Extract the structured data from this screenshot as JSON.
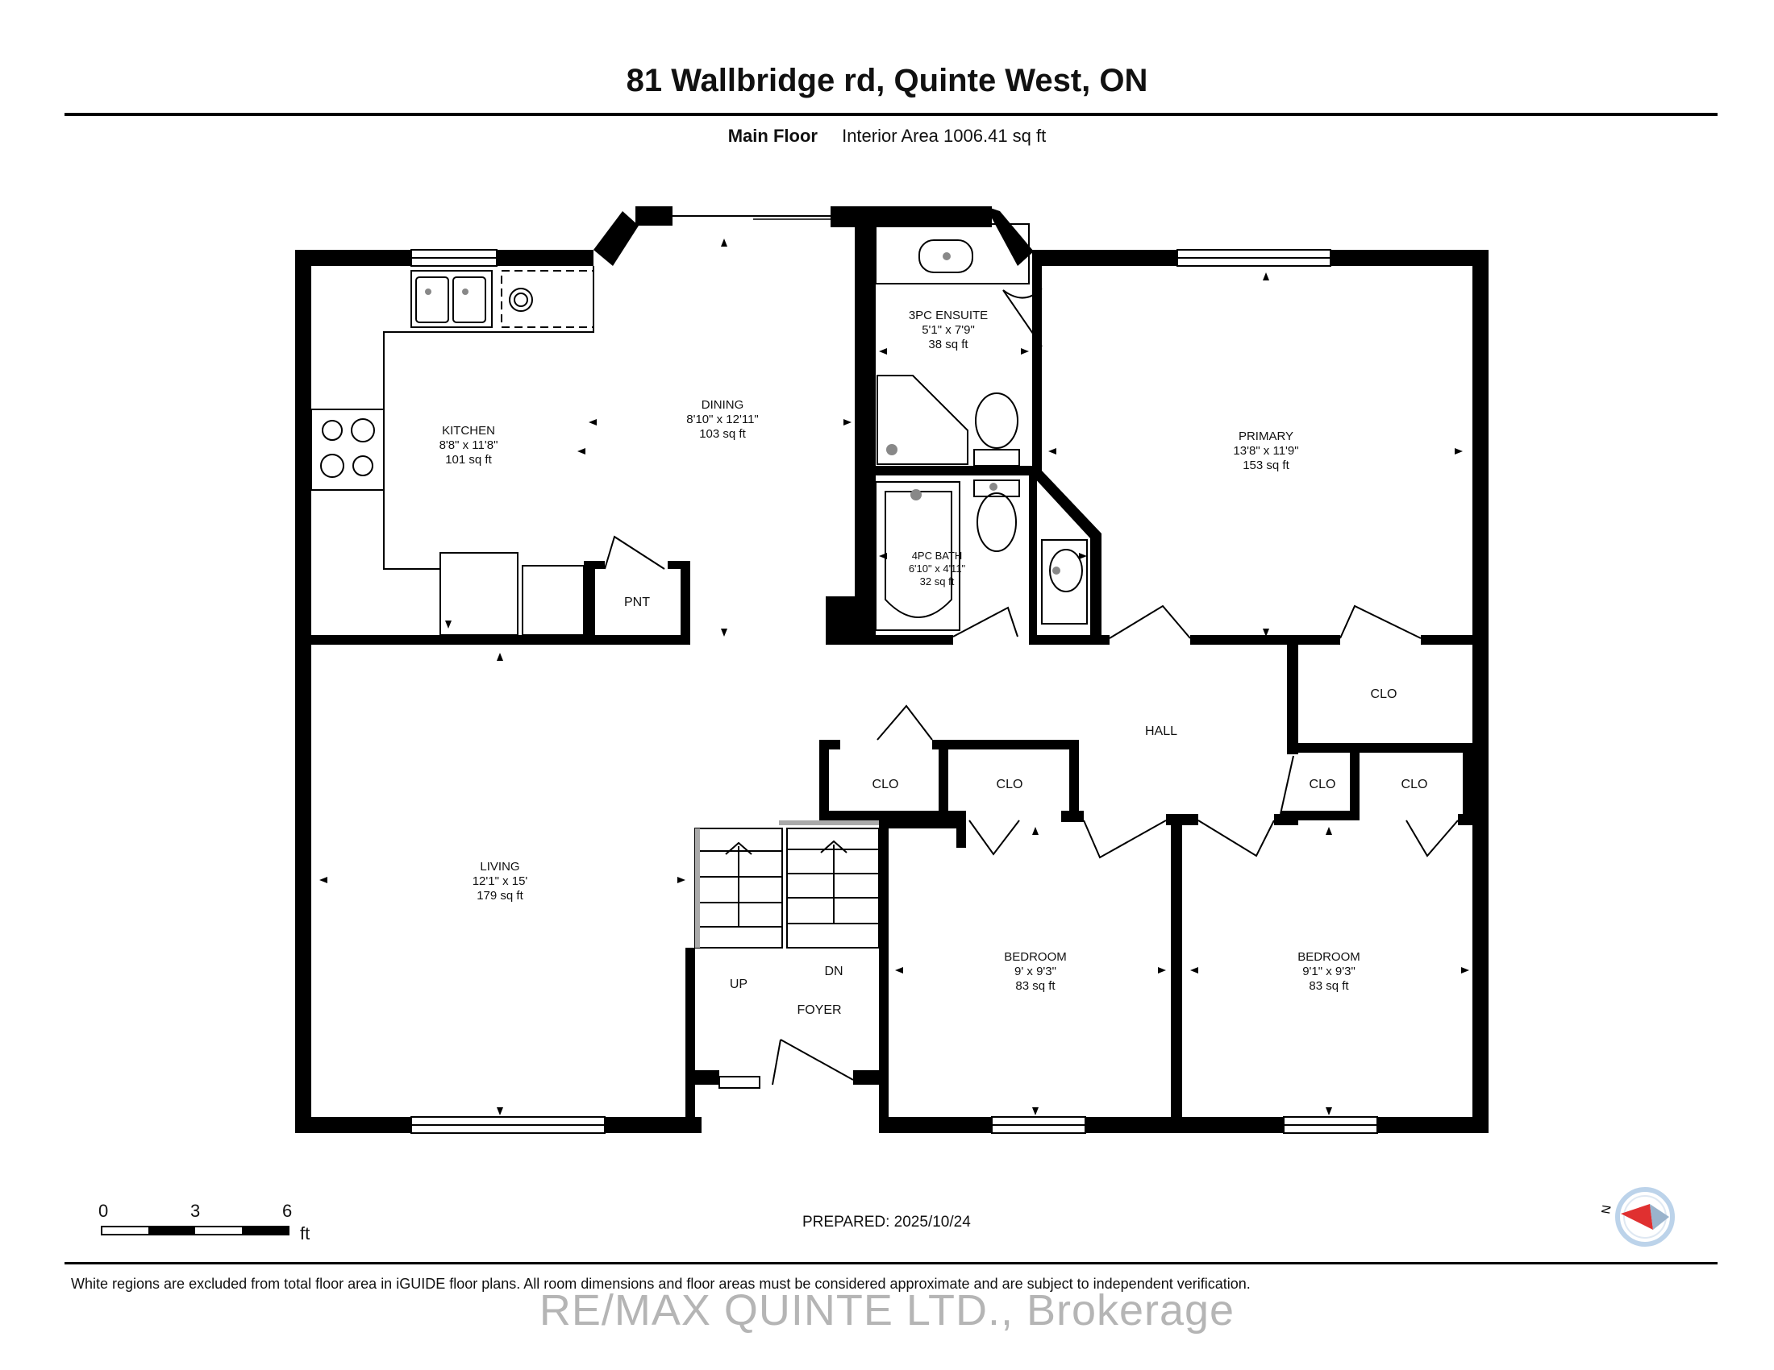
{
  "header": {
    "title": "81 Wallbridge rd, Quinte West, ON",
    "floor_label": "Main Floor",
    "interior_area": "Interior Area 1006.41 sq ft"
  },
  "rooms": {
    "kitchen": {
      "name": "KITCHEN",
      "dims": "8'8\" x 11'8\"",
      "area": "101 sq ft"
    },
    "dining": {
      "name": "DINING",
      "dims": "8'10\" x 12'11\"",
      "area": "103 sq ft"
    },
    "ensuite": {
      "name": "3PC ENSUITE",
      "dims": "5'1\" x 7'9\"",
      "area": "38 sq ft"
    },
    "primary": {
      "name": "PRIMARY",
      "dims": "13'8\" x 11'9\"",
      "area": "153 sq ft"
    },
    "bath": {
      "name": "4PC BATH",
      "dims": "6'10\" x 4'11\"",
      "area": "32 sq ft"
    },
    "living": {
      "name": "LIVING",
      "dims": "12'1\" x 15'",
      "area": "179 sq ft"
    },
    "bedroom1": {
      "name": "BEDROOM",
      "dims": "9' x 9'3\"",
      "area": "83 sq ft"
    },
    "bedroom2": {
      "name": "BEDROOM",
      "dims": "9'1\" x 9'3\"",
      "area": "83 sq ft"
    },
    "pnt": "PNT",
    "hall": "HALL",
    "foyer": "FOYER",
    "up": "UP",
    "dn": "DN",
    "clo": "CLO"
  },
  "scale": {
    "ticks": [
      "0",
      "3",
      "6"
    ],
    "unit": "ft"
  },
  "compass": {
    "label": "N"
  },
  "footer": {
    "prepared": "PREPARED: 2025/10/24",
    "disclaimer": "White regions are excluded from total floor area in iGUIDE floor plans. All room dimensions and floor areas must be considered approximate and are subject to independent verification.",
    "watermark": "RE/MAX QUINTE LTD., Brokerage"
  },
  "colors": {
    "wall": "#000000",
    "compass_needle": "#e03030",
    "compass_ring": "#bcd3ea"
  }
}
